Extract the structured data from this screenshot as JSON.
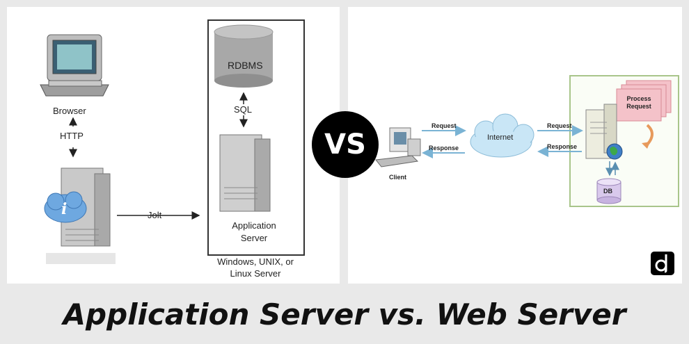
{
  "left": {
    "browser_label": "Browser",
    "http_label": "HTTP",
    "jolt_label": "Jolt",
    "rdbms_label": "RDBMS",
    "sql_label": "SQL",
    "app_server_label": "Application\nServer",
    "os_label": "Windows, UNIX, or\nLinux Server",
    "info_glyph": "i"
  },
  "vs_label": "VS",
  "right": {
    "client_label": "Client",
    "internet_label": "Internet",
    "request_label_1": "Request",
    "response_label_1": "Response",
    "request_label_2": "Request",
    "response_label_2": "Response",
    "process_label": "Process\nRequest",
    "db_label": "DB"
  },
  "footer_title": "Application Server vs. Web Server",
  "colors": {
    "arrow_blue": "#7ab3d4",
    "cloud_fill": "#c9e6f6",
    "process_pink": "#f4c2c9",
    "db_purple": "#d9c9ec",
    "box_green": "#a8c58a"
  }
}
